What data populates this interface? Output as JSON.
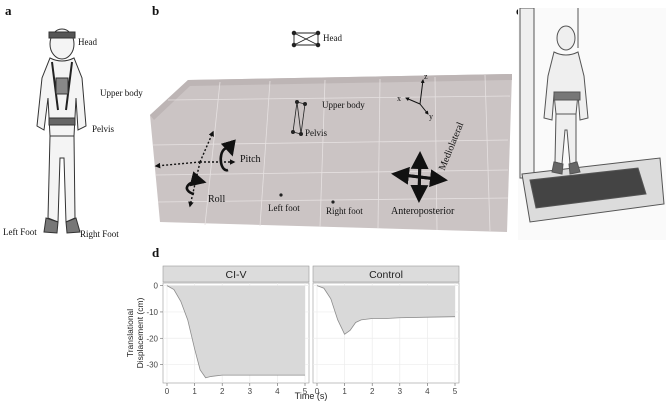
{
  "panels": {
    "a": {
      "letter": "a",
      "labels": {
        "head": "Head",
        "upper_body": "Upper body",
        "pelvis": "Pelvis",
        "left_foot": "Left Foot",
        "right_foot": "Right Foot"
      }
    },
    "b": {
      "letter": "b",
      "head": "Head",
      "upper_body": "Upper body",
      "pelvis": "Pelvis",
      "left_foot": "Left foot",
      "right_foot": "Right foot",
      "pitch": "Pitch",
      "roll": "Roll",
      "mediolateral": "Mediolateral",
      "anteroposterior": "Anteroposterior",
      "axes": {
        "x": "x",
        "y": "y",
        "z": "z"
      }
    },
    "c": {
      "letter": "c"
    },
    "d": {
      "letter": "d"
    }
  },
  "chart_data": {
    "type": "area",
    "ylabel": "Translational\nDisplacement (cm)",
    "xlabel": "Time (s)",
    "xlim": [
      0,
      5
    ],
    "ylim": [
      -37,
      1
    ],
    "x_ticks": [
      "0",
      "1",
      "2",
      "3",
      "4",
      "5"
    ],
    "y_ticks": [
      "0",
      "-10",
      "-20",
      "-30"
    ],
    "grid": true,
    "facets": [
      {
        "name": "CI-V",
        "x": [
          0,
          0.25,
          0.5,
          0.75,
          1.0,
          1.2,
          1.4,
          1.6,
          2.0,
          2.5,
          3.0,
          4.0,
          5.0
        ],
        "y": [
          0,
          -1.5,
          -6,
          -13,
          -24,
          -32,
          -35,
          -34.5,
          -34,
          -34,
          -34,
          -34,
          -34
        ]
      },
      {
        "name": "Control",
        "x": [
          0,
          0.25,
          0.5,
          0.75,
          1.0,
          1.2,
          1.4,
          1.6,
          2.0,
          2.5,
          3.0,
          4.0,
          5.0
        ],
        "y": [
          0,
          -1,
          -5,
          -13,
          -18.5,
          -17,
          -14,
          -13,
          -12.5,
          -12.5,
          -12.2,
          -12,
          -11.8
        ]
      }
    ],
    "colors": {
      "fill": "#d9d9d9",
      "line": "#8c8c8c",
      "facet_bg": "#dcdcdc",
      "grid": "#ececec"
    }
  }
}
